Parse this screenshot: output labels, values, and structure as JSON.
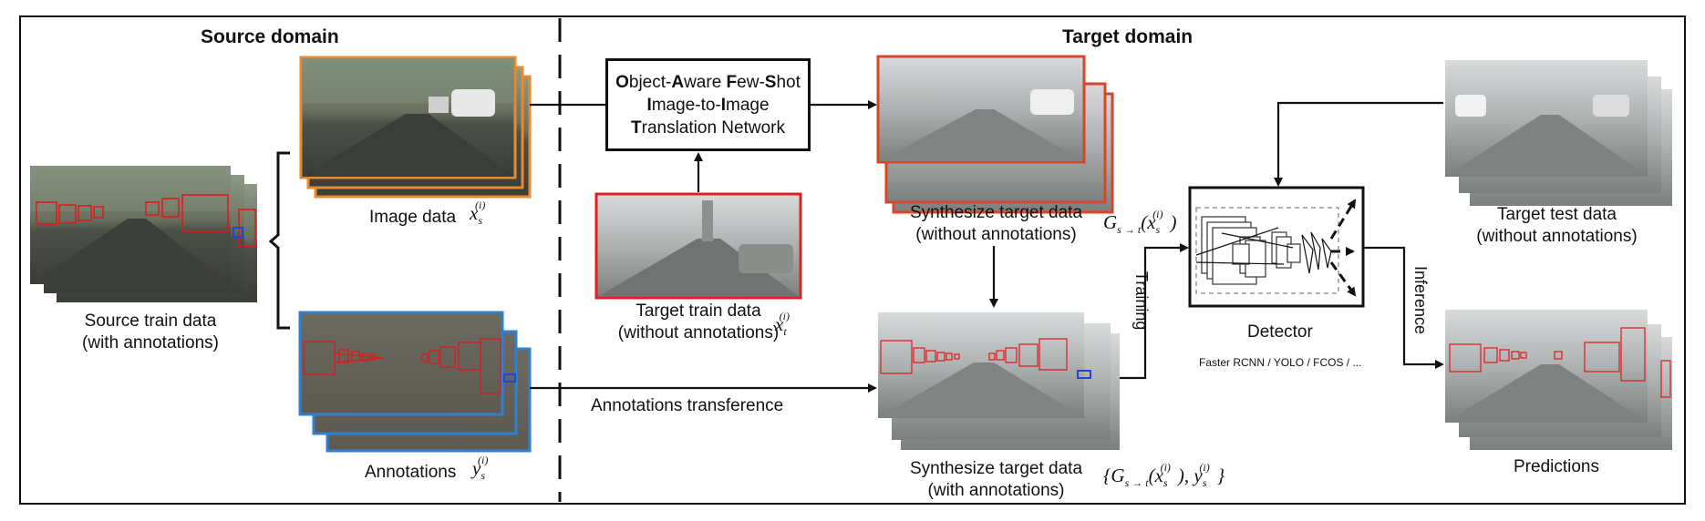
{
  "headings": {
    "source_domain": "Source domain",
    "target_domain": "Target domain"
  },
  "network": {
    "line1": [
      "O",
      "bject-",
      "A",
      "ware ",
      "F",
      "ew-",
      "S",
      "hot"
    ],
    "line2": [
      "I",
      "mage-to-",
      "I",
      "mage"
    ],
    "line3": [
      "T",
      "ranslation Network"
    ]
  },
  "labels": {
    "source_train": [
      "Source train data",
      "(with annotations)"
    ],
    "image_data": "Image data",
    "annotations": "Annotations",
    "target_train": [
      "Target train data",
      "(without annotations)"
    ],
    "annotations_transference": "Annotations transference",
    "synth_no_ann": [
      "Synthesize target data",
      "(without annotations)"
    ],
    "synth_with_ann": [
      "Synthesize target data",
      "(with annotations)"
    ],
    "detector": "Detector",
    "detector_models": "Faster RCNN / YOLO / FCOS / ...",
    "training": "Training",
    "inference": "Inference",
    "target_test": [
      "Target test data",
      "(without annotations)"
    ],
    "predictions": "Predictions"
  },
  "math": {
    "x": "x",
    "y": "y",
    "G": "G",
    "sub_s": "s",
    "sub_t": "t",
    "sup_i": "(i)",
    "sub_st": "s → t"
  },
  "colors": {
    "image_frame": "#e8892b",
    "annotation_frame": "#2f7fd6",
    "target_frame": "#e02020",
    "synth_frame": "#d9452a",
    "bbox": "#e01818",
    "line": "#111111"
  }
}
